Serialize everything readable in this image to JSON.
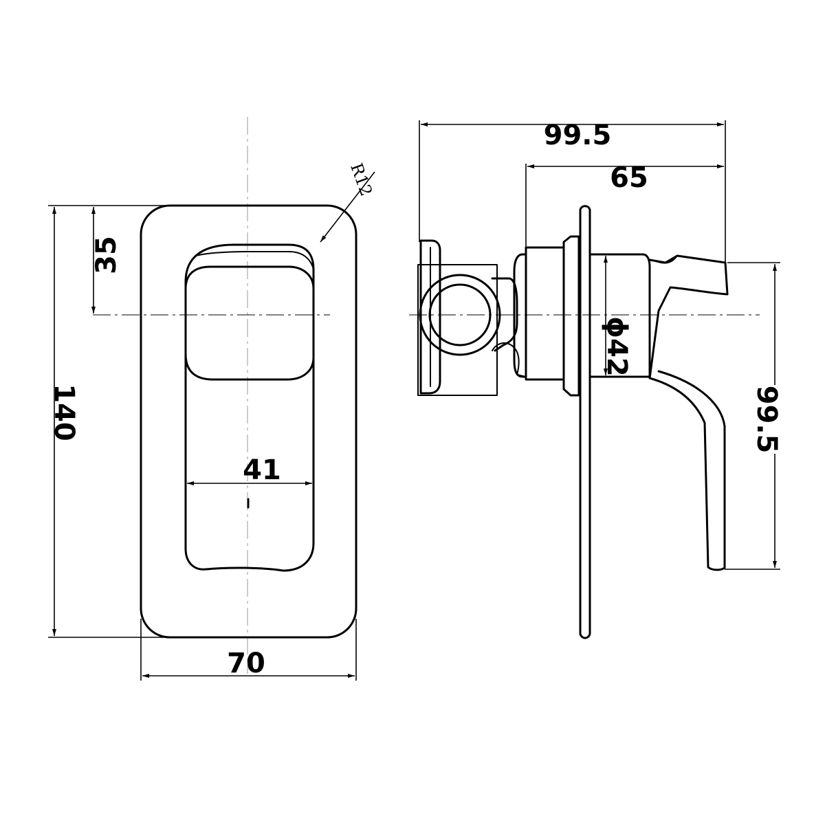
{
  "front_view": {
    "plate_height": "140",
    "plate_width": "70",
    "lever_width": "41",
    "lever_offset": "35",
    "corner_radius": "R12"
  },
  "side_view": {
    "total_depth": "99.5",
    "handle_depth": "65",
    "lever_length": "99.5",
    "body_diameter": "ϕ42"
  }
}
